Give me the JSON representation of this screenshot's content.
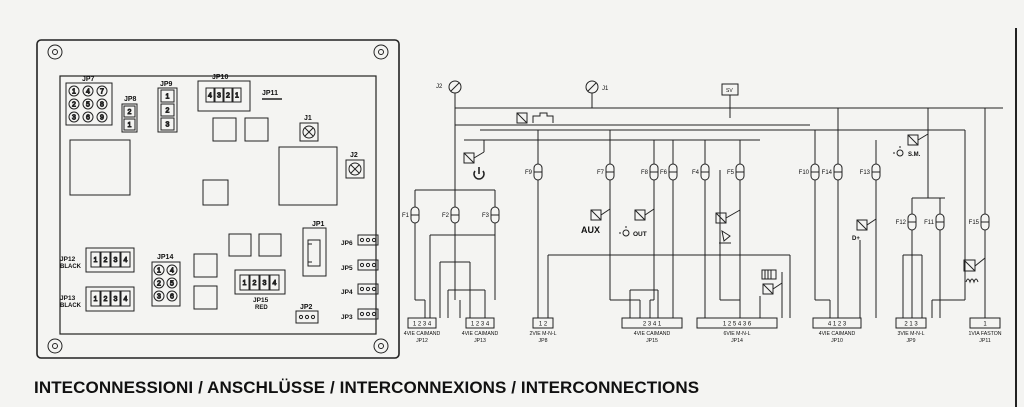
{
  "caption": "INTECONNESSIONI / ANSCHLÜSSE / INTERCONNEXIONS / INTERCONNECTIONS",
  "board": {
    "connectors": {
      "jp7": "JP7",
      "jp8": "JP8",
      "jp9": "JP9",
      "jp10": "JP10",
      "jp11": "JP11",
      "j1": "J1",
      "j2": "J2",
      "jp1": "JP1",
      "jp12": "JP12",
      "jp12_color": "BLACK",
      "jp13": "JP13",
      "jp13_color": "BLACK",
      "jp14": "JP14",
      "jp15": "JP15",
      "jp15_color": "RED",
      "jp2": "JP2",
      "jp6": "JP6",
      "jp5": "JP5",
      "jp4": "JP4",
      "jp3": "JP3"
    },
    "jp7_pins": [
      "1",
      "4",
      "7",
      "2",
      "5",
      "8",
      "3",
      "6",
      "9"
    ],
    "jp8_pins": [
      "2",
      "1"
    ],
    "jp9_pins": [
      "1",
      "2",
      "3"
    ],
    "jp10_pins": [
      "4",
      "3",
      "2",
      "1"
    ],
    "jp12_pins": [
      "1",
      "2",
      "3",
      "4"
    ],
    "jp13_pins": [
      "1",
      "2",
      "3",
      "4"
    ],
    "jp14_pins": [
      "1",
      "4",
      "2",
      "5",
      "3",
      "6"
    ],
    "jp15_pins": [
      "1",
      "2",
      "3",
      "4"
    ]
  },
  "schematic": {
    "terminals": {
      "j2": "J2",
      "j1": "J1"
    },
    "fuses": [
      "F1",
      "F2",
      "F3",
      "F9",
      "F7",
      "F8",
      "F6",
      "F4",
      "F5",
      "F10",
      "F14",
      "F13",
      "F12",
      "F11",
      "F15"
    ],
    "labels": {
      "aux": "AUX",
      "out": "OUT",
      "sm": "S.M.",
      "dplus": "D+",
      "sv": "SV"
    },
    "blocks": [
      {
        "pins": "1 2 3 4",
        "name": "4VIE CAIMAND",
        "ref": "JP12"
      },
      {
        "pins": "1 2 3 4",
        "name": "4VIE CAIMAND",
        "ref": "JP13"
      },
      {
        "pins": "1 2",
        "name": "2VIE M-N-L",
        "ref": "JP8"
      },
      {
        "pins": "2 3 4   1",
        "name": "4VIE CAIMAND",
        "ref": "JP15"
      },
      {
        "pins": "1 2   5 4   3 6",
        "name": "6VIE M-N-L",
        "ref": "JP14"
      },
      {
        "pins": "4 1 2 3",
        "name": "4VIE CAIMAND",
        "ref": "JP10"
      },
      {
        "pins": "2 1 3",
        "name": "3VIE M-N-L",
        "ref": "JP9"
      },
      {
        "pins": "1",
        "name": "1VIA FASTON",
        "ref": "JP11"
      }
    ]
  }
}
